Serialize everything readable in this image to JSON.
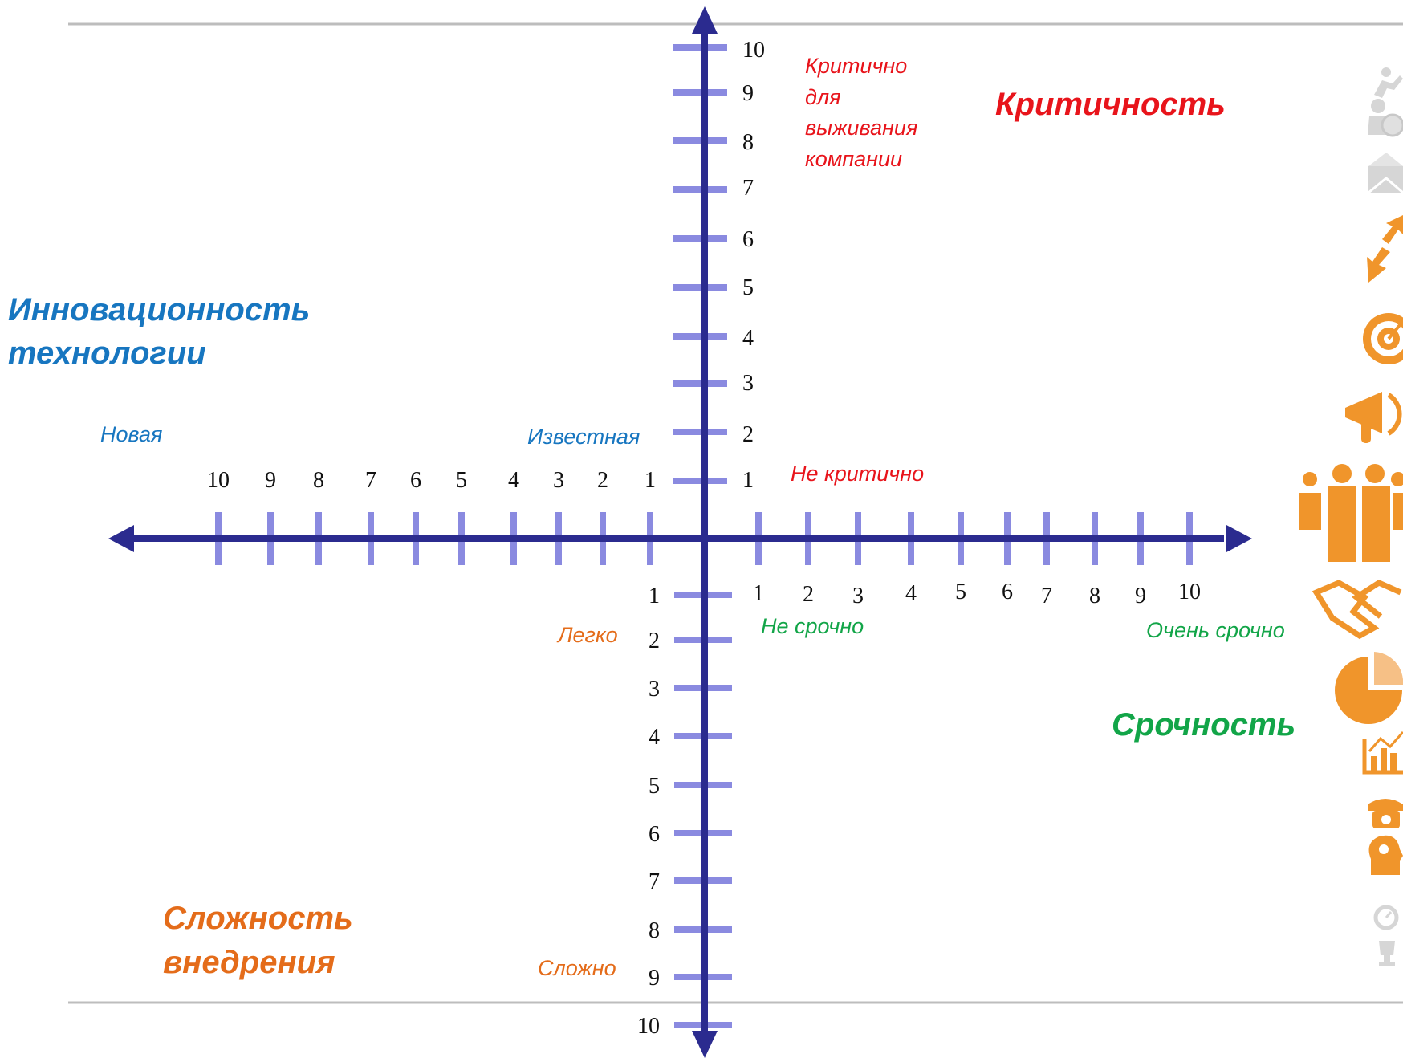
{
  "colors": {
    "axis": "#2b2b8f",
    "tick": "#8a8ae0",
    "rule": "#bdbdbd",
    "critical": "#e8141b",
    "innovation": "#1776c0",
    "complexity": "#e46c1a",
    "urgency": "#12a548",
    "icon": "#f0952b",
    "icon_faded": "#d6d6d6"
  },
  "titles": {
    "criticality": "Критичность",
    "innovation_line1": "Инновационность",
    "innovation_line2": "технологии",
    "complexity_line1": "Сложность",
    "complexity_line2": "внедрения",
    "urgency": "Срочность"
  },
  "labels": {
    "critical_high": [
      "Критично",
      "для",
      "выживания",
      "компании"
    ],
    "critical_low": "Не критично",
    "new": "Новая",
    "known": "Известная",
    "easy": "Легко",
    "hard": "Сложно",
    "not_urgent": "Не срочно",
    "very_urgent": "Очень срочно"
  },
  "axes": {
    "up": [
      "1",
      "2",
      "3",
      "4",
      "5",
      "6",
      "7",
      "8",
      "9",
      "10"
    ],
    "left": [
      "1",
      "2",
      "3",
      "4",
      "5",
      "6",
      "7",
      "8",
      "9",
      "10"
    ],
    "right": [
      "1",
      "2",
      "3",
      "4",
      "5",
      "6",
      "7",
      "8",
      "9",
      "10"
    ],
    "down": [
      "1",
      "2",
      "3",
      "4",
      "5",
      "6",
      "7",
      "8",
      "9",
      "10"
    ]
  },
  "sidebar_icons": [
    "runner-icon",
    "businessman-clock-icon",
    "mail-icon",
    "arrows-icon",
    "target-icon",
    "megaphone-icon",
    "team-icon",
    "handshake-icon",
    "pie-chart-icon",
    "bar-chart-icon",
    "telephone-icon",
    "head-gears-icon",
    "gauge-icon",
    "trophy-icon"
  ]
}
